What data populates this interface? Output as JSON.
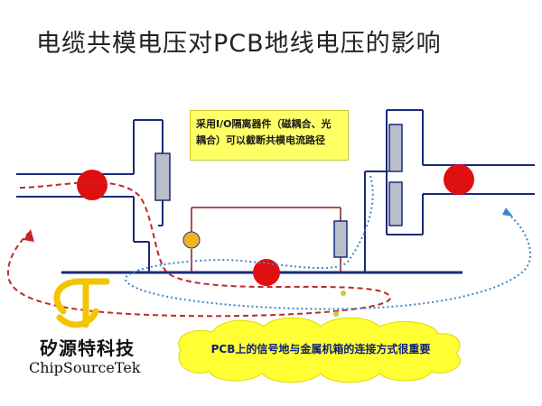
{
  "title": "电缆共模电压对PCB地线电压的影响",
  "note": {
    "line1": "采用I/O隔离器件（磁耦合、光",
    "line2": "耦合）可以截断共模电流路径"
  },
  "cloud_label": "PCB上的信号地与金属机箱的连接方式很重要",
  "brand": {
    "cn": "矽源特科技",
    "en": "ChipSourceTek"
  },
  "colors": {
    "wire": "#1a2a7a",
    "pcb_wire": "#8b1a1a",
    "node_red": "#e01010",
    "node_orange": "#f2b321",
    "resistor_fill": "#b8bfc8",
    "red_dash": "#c0282c",
    "blue_dots": "#3f86c8",
    "cloud": "#ffff33",
    "note_bg": "#ffff66",
    "logo_yellow": "#f4c400"
  }
}
